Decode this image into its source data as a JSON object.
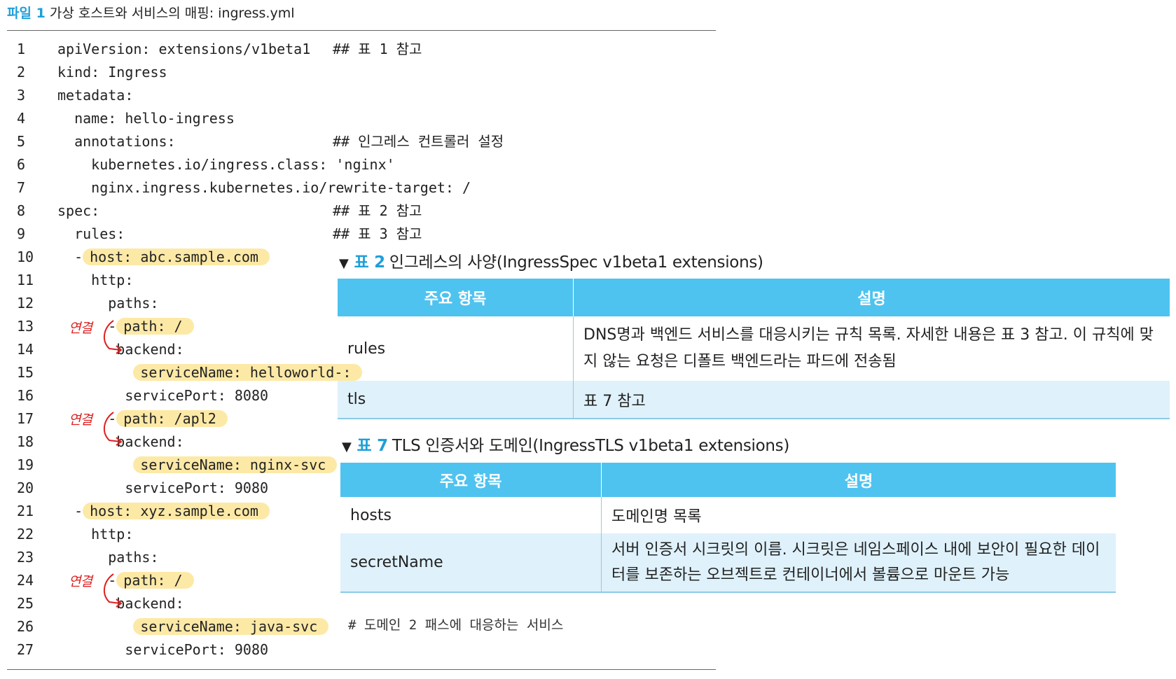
{
  "file_title": {
    "label": "파일 1",
    "text": "가상 호스트와 서비스의 매핑: ingress.yml"
  },
  "code_lines": [
    {
      "n": "1",
      "pre": "",
      "code": "apiVersion: extensions/v1beta1",
      "comment": "## 표 1 참고"
    },
    {
      "n": "2",
      "pre": "",
      "code": "kind: Ingress",
      "comment": ""
    },
    {
      "n": "3",
      "pre": "",
      "code": "metadata:",
      "comment": ""
    },
    {
      "n": "4",
      "pre": "  ",
      "code": "name: hello-ingress",
      "comment": ""
    },
    {
      "n": "5",
      "pre": "  ",
      "code": "annotations:",
      "comment": "## 인그레스 컨트롤러 설정"
    },
    {
      "n": "6",
      "pre": "    ",
      "code": "kubernetes.io/ingress.class: 'nginx'",
      "comment": ""
    },
    {
      "n": "7",
      "pre": "    ",
      "code": "nginx.ingress.kubernetes.io/rewrite-target: /",
      "comment": ""
    },
    {
      "n": "8",
      "pre": "",
      "code": "spec:",
      "comment": "## 표 2 참고"
    },
    {
      "n": "9",
      "pre": "  ",
      "code": "rules:",
      "comment": "## 표 3 참고"
    },
    {
      "n": "10",
      "pre": "  -",
      "code": "host: abc.sample.com",
      "comment": "",
      "hl": true
    },
    {
      "n": "11",
      "pre": "    ",
      "code": "http:",
      "comment": ""
    },
    {
      "n": "12",
      "pre": "      ",
      "code": "paths:",
      "comment": ""
    },
    {
      "n": "13",
      "pre": "      -",
      "code": "path: /",
      "comment": "",
      "hl": true
    },
    {
      "n": "14",
      "pre": "       ",
      "code": "backend:",
      "comment": ""
    },
    {
      "n": "15",
      "pre": "         ",
      "code": "serviceName: helloworld-:",
      "comment": "",
      "hl": true
    },
    {
      "n": "16",
      "pre": "        ",
      "code": "servicePort: 8080",
      "comment": ""
    },
    {
      "n": "17",
      "pre": "      -",
      "code": "path: /apl2",
      "comment": "",
      "hl": true
    },
    {
      "n": "18",
      "pre": "       ",
      "code": "backend:",
      "comment": ""
    },
    {
      "n": "19",
      "pre": "         ",
      "code": "serviceName: nginx-svc",
      "comment": "",
      "hl": true
    },
    {
      "n": "20",
      "pre": "        ",
      "code": "servicePort: 9080",
      "comment": ""
    },
    {
      "n": "21",
      "pre": "  -",
      "code": "host: xyz.sample.com",
      "comment": "",
      "hl": true
    },
    {
      "n": "22",
      "pre": "    ",
      "code": "http:",
      "comment": ""
    },
    {
      "n": "23",
      "pre": "      ",
      "code": "paths:",
      "comment": ""
    },
    {
      "n": "24",
      "pre": "      -",
      "code": "path: /",
      "comment": "",
      "hl": true
    },
    {
      "n": "25",
      "pre": "       ",
      "code": "backend:",
      "comment": ""
    },
    {
      "n": "26",
      "pre": "         ",
      "code": "serviceName: java-svc",
      "comment": "",
      "hl": true
    },
    {
      "n": "27",
      "pre": "        ",
      "code": "servicePort: 9080",
      "comment": ""
    }
  ],
  "annotations": [
    "연결",
    "연결",
    "연결"
  ],
  "table2": {
    "caption_no": "표 2",
    "caption_text": "인그레스의 사양(IngressSpec v1beta1 extensions)",
    "headers": [
      "주요 항목",
      "설명"
    ],
    "rows": [
      {
        "key": "rules",
        "desc": "DNS명과 백엔드 서비스를 대응시키는 규칙 목록. 자세한 내용은 표 3 참고. 이 규칙에 맞지 않는 요청은 디폴트 백엔드라는 파드에 전송됨"
      },
      {
        "key": "tls",
        "desc": "표 7 참고"
      }
    ]
  },
  "table7": {
    "caption_no": "표 7",
    "caption_text": "TLS 인증서와 도메인(IngressTLS v1beta1 extensions)",
    "headers": [
      "주요 항목",
      "설명"
    ],
    "rows": [
      {
        "key": "hosts",
        "desc": "도메인명 목록"
      },
      {
        "key": "secretName",
        "desc": "서버 인증서 시크릿의 이름. 시크릿은 네임스페이스 내에 보안이 필요한 데이터를 보존하는 오브젝트로 컨테이너에서 볼륨으로 마운트 가능"
      }
    ]
  },
  "bottom_note": "# 도메인 2 패스에 대응하는 서비스",
  "colors": {
    "accent": "#1e9fd8",
    "header_bg": "#4ec3ef",
    "row_alt": "#dff1fb",
    "highlight": "#fde9a6",
    "annotation": "#dd2222"
  }
}
